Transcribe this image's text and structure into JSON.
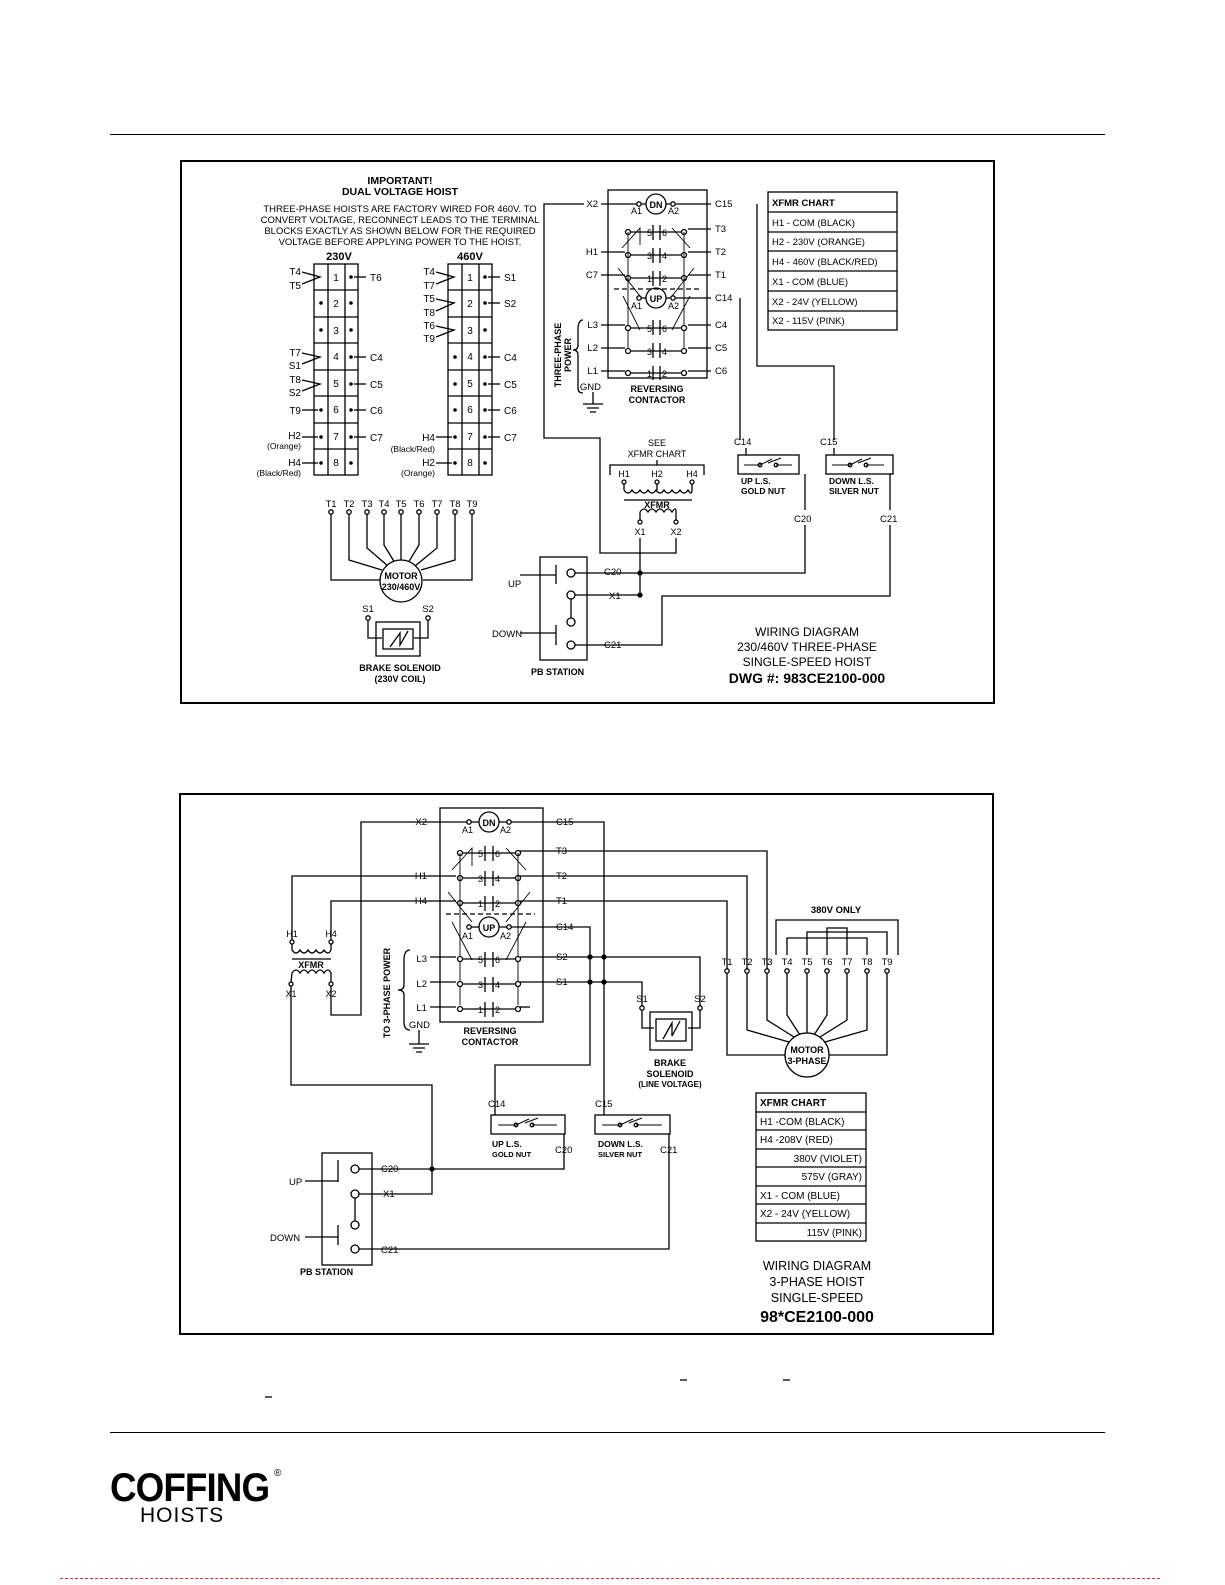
{
  "doc": {
    "logo_text": "COFFING",
    "logo_reg": "®",
    "logo_sub": "HOISTS"
  },
  "d1": {
    "notice": {
      "title1": "IMPORTANT!",
      "title2": "DUAL VOLTAGE HOIST",
      "lines": [
        "THREE-PHASE HOISTS ARE FACTORY WIRED FOR 460V. TO",
        "CONVERT VOLTAGE, RECONNECT LEADS TO THE TERMINAL",
        "BLOCKS EXACTLY AS SHOWN BELOW FOR THE REQUIRED",
        "VOLTAGE BEFORE APPLYING POWER TO THE  HOIST."
      ]
    },
    "tb230": {
      "title": "230V",
      "numbers": [
        "1",
        "2",
        "3",
        "4",
        "5",
        "6",
        "7",
        "8"
      ],
      "left": [
        "T4",
        "T5",
        "T7",
        "S1",
        "T8",
        "S2",
        "T9",
        "H2",
        "(Orange)",
        "H4",
        "(Black/Red)"
      ],
      "right": [
        "T6",
        "C4",
        "C5",
        "C6",
        "C7"
      ]
    },
    "tb460": {
      "title": "460V",
      "numbers": [
        "1",
        "2",
        "3",
        "4",
        "5",
        "6",
        "7",
        "8"
      ],
      "left": [
        "T4",
        "T7",
        "T5",
        "T8",
        "T6",
        "T9",
        "H4",
        "(Black/Red)",
        "H2",
        "(Orange)"
      ],
      "right": [
        "S1",
        "S2",
        "C4",
        "C5",
        "C6",
        "C7"
      ]
    },
    "motor_leads": [
      "T1",
      "T2",
      "T3",
      "T4",
      "T5",
      "T6",
      "T7",
      "T8",
      "T9"
    ],
    "motor": {
      "l1": "MOTOR",
      "l2": "230/460V"
    },
    "brake": {
      "s1": "S1",
      "s2": "S2",
      "l1": "BRAKE SOLENOID",
      "l2": "(230V COIL)"
    },
    "contactor": {
      "dn": "DN",
      "up": "UP",
      "a1": "A1",
      "a2": "A2",
      "nums": [
        "5",
        "6",
        "3",
        "4",
        "1",
        "2"
      ],
      "left": [
        "X2",
        "H1",
        "C7",
        "L3",
        "L2",
        "L1",
        "GND"
      ],
      "right": [
        "C15",
        "T3",
        "T2",
        "T1",
        "C14",
        "C4",
        "C5",
        "C6"
      ],
      "power": [
        "THREE-PHASE",
        "POWER"
      ],
      "label1": "REVERSING",
      "label2": "CONTACTOR"
    },
    "xfmr_chart": {
      "title": "XFMR CHART",
      "rows": [
        "H1 - COM (BLACK)",
        "H2 - 230V (ORANGE)",
        "H4 - 460V (BLACK/RED)",
        "X1 - COM (BLUE)",
        "X2 - 24V (YELLOW)",
        "X2 - 115V (PINK)"
      ]
    },
    "xfmr": {
      "see1": "SEE",
      "see2": "XFMR CHART",
      "h1": "H1",
      "h2": "H2",
      "h4": "H4",
      "label": "XFMR",
      "x1": "X1",
      "x2": "X2"
    },
    "limits": {
      "up_in": "C14",
      "up1": "UP L.S.",
      "up2": "GOLD NUT",
      "up_out": "C20",
      "down_in": "C15",
      "down1": "DOWN L.S.",
      "down2": "SILVER NUT",
      "down_out": "C21"
    },
    "pb": {
      "up": "UP",
      "down": "DOWN",
      "c20": "C20",
      "x1": "X1",
      "c21": "C21",
      "label": "PB STATION"
    },
    "caption": {
      "l1": "WIRING DIAGRAM",
      "l2": "230/460V THREE-PHASE",
      "l3": "SINGLE-SPEED HOIST",
      "dwg": "DWG #: 983CE2100-000"
    }
  },
  "d2": {
    "contactor": {
      "dn": "DN",
      "up": "UP",
      "a1": "A1",
      "a2": "A2",
      "nums": [
        "5",
        "6",
        "3",
        "4",
        "1",
        "2"
      ],
      "left": [
        "X2",
        "H1",
        "H4",
        "L3",
        "L2",
        "L1",
        "GND"
      ],
      "right": [
        "C15",
        "T3",
        "T2",
        "T1",
        "C14",
        "S2",
        "S1"
      ],
      "power": "TO 3-PHASE POWER",
      "label1": "REVERSING",
      "label2": "CONTACTOR"
    },
    "xfmr": {
      "h1": "H1",
      "h4": "H4",
      "label": "XFMR",
      "x1": "X1",
      "x2": "X2"
    },
    "brake": {
      "s1": "S1",
      "s2": "S2",
      "l1": "BRAKE",
      "l2": "SOLENOID",
      "l3": "(LINE VOLTAGE)"
    },
    "motor_only": "380V ONLY",
    "motor_leads": [
      "T1",
      "T2",
      "T3",
      "T4",
      "T5",
      "T6",
      "T7",
      "T8",
      "T9"
    ],
    "motor": {
      "l1": "MOTOR",
      "l2": "3-PHASE"
    },
    "xfmr_chart": {
      "title": "XFMR CHART",
      "rows": [
        "H1 -COM (BLACK)",
        "H4 -208V (RED)",
        "380V (VIOLET)",
        "575V (GRAY)",
        "X1 - COM (BLUE)",
        "X2 - 24V (YELLOW)",
        "115V (PINK)"
      ]
    },
    "limits": {
      "up_in": "C14",
      "up1": "UP L.S.",
      "up2": "GOLD NUT",
      "up_out": "C20",
      "down_in": "C15",
      "down1": "DOWN L.S.",
      "down2": "SILVER NUT",
      "down_out": "C21"
    },
    "pb": {
      "up": "UP",
      "down": "DOWN",
      "c20": "C20",
      "x1": "X1",
      "c21": "C21",
      "label": "PB STATION"
    },
    "caption": {
      "l1": "WIRING DIAGRAM",
      "l2": "3-PHASE HOIST",
      "l3": "SINGLE-SPEED",
      "dwg": "98*CE2100-000"
    }
  }
}
